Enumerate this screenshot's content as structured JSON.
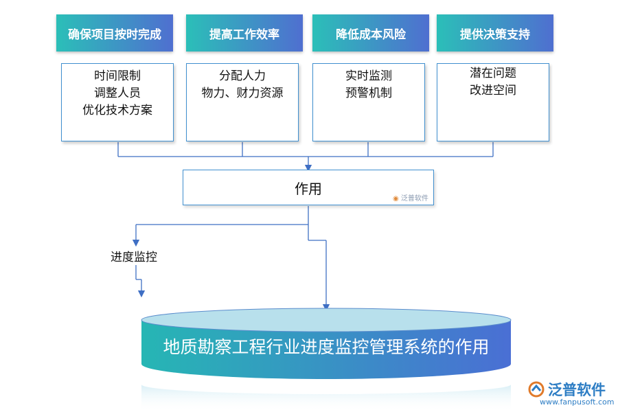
{
  "headers": [
    {
      "label": "确保项目按时完成",
      "items": [
        "时间限制",
        "调整人员",
        "优化技术方案"
      ]
    },
    {
      "label": "提高工作效率",
      "items": [
        "分配人力",
        "物力、财力资源"
      ]
    },
    {
      "label": "降低成本风险",
      "items": [
        "实时监测",
        "预警机制"
      ]
    },
    {
      "label": "提供决策支持",
      "items": [
        "潜在问题",
        "改进空间"
      ]
    }
  ],
  "center_label": "作用",
  "side_label": "进度监控",
  "cylinder_label": "地质勘察工程行业进度监控管理系统的作用",
  "watermark": {
    "small": "泛普软件",
    "big": "泛普软件",
    "url": "www.fanpusoft.com"
  },
  "colors": {
    "header_start": "#2bbfb8",
    "header_end": "#4f6fd0",
    "cylinder_top": "#b8e0ec",
    "line": "#3f6fc4"
  }
}
